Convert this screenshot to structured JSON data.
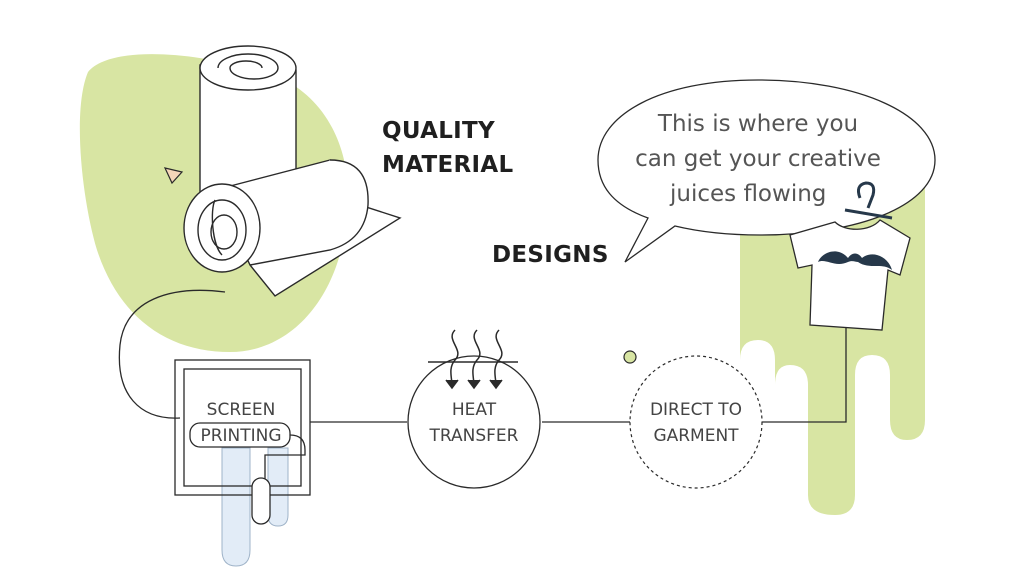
{
  "headings": {
    "quality_line1": "QUALITY",
    "quality_line2": "MATERIAL",
    "designs": "DESIGNS"
  },
  "speech_bubble": {
    "line1": "This is where you",
    "line2": "can get your creative",
    "line3": "juices flowing"
  },
  "nodes": {
    "screen_printing": {
      "line1": "SCREEN",
      "line2": "PRINTING"
    },
    "heat_transfer": {
      "line1": "HEAT",
      "line2": "TRANSFER"
    },
    "direct_to_garment": {
      "line1": "DIRECT TO",
      "line2": "GARMENT"
    }
  },
  "icons": [
    "paper-roll-icon",
    "fabric-roll-icon",
    "heat-arrows-icon",
    "tshirt-icon",
    "hanger-icon",
    "mustache-icon",
    "paint-roller-icon"
  ],
  "colors": {
    "green_accent": "#d8e5a3",
    "blue_accent": "#e2ecf7",
    "navy": "#26384a",
    "outline": "#2a2a2a",
    "orange_accent": "#e8a36a"
  }
}
